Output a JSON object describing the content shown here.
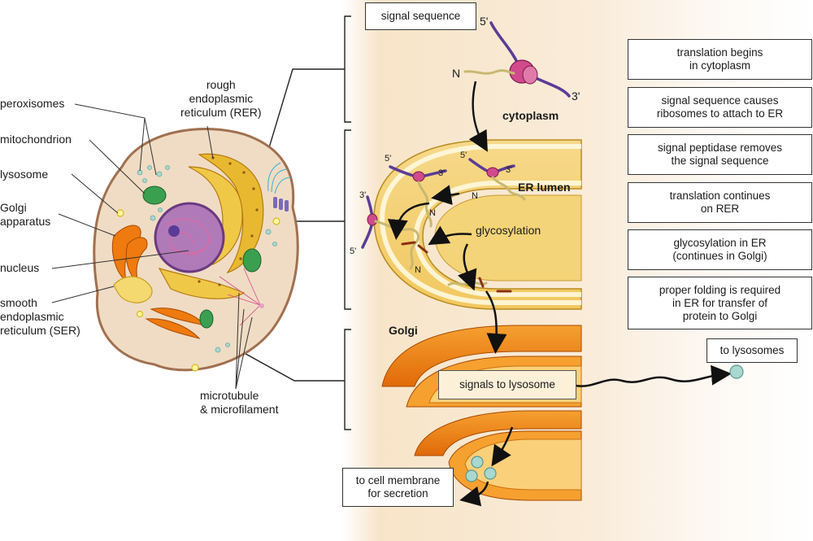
{
  "labels": {
    "peroxisomes": "peroxisomes",
    "mitochondrion": "mitochondrion",
    "lysosome": "lysosome",
    "golgi_apparatus": "Golgi\napparatus",
    "nucleus": "nucleus",
    "smooth_er": "smooth\nendoplasmic\nreticulum (SER)",
    "rough_er": "rough\nendoplasmic\nreticulum (RER)",
    "microtubule": "microtubule\n& microfilament",
    "cytoplasm": "cytoplasm",
    "er_lumen": "ER lumen",
    "glycosylation": "glycosylation",
    "golgi": "Golgi",
    "five_prime": "5'",
    "three_prime": "3'",
    "n_terminus": "N"
  },
  "boxes": {
    "signal_sequence": "signal sequence",
    "signals_to_lysosome": "signals to lysosome",
    "to_cell_membrane": "to cell membrane\nfor secretion",
    "to_lysosomes": "to lysosomes"
  },
  "steps": [
    "translation begins\nin cytoplasm",
    "signal sequence causes\nribosomes to attach to ER",
    "signal peptidase removes\nthe signal sequence",
    "translation continues\non RER",
    "glycosylation in ER\n(continues in Golgi)",
    "proper folding is required\nin ER for transfer of\nprotein to Golgi"
  ],
  "colors": {
    "cell_fill": "#f0dcc4",
    "cell_border": "#a07050",
    "nucleus": "#b07ab8",
    "rer": "#e8b830",
    "golgi_orange": "#ee7a10",
    "mrna": "#5a3c96",
    "ribosome": "#d04a8c",
    "peptide": "#c8b870",
    "vesicle": "#a8d8d0",
    "mitochondrion": "#3aa050"
  }
}
